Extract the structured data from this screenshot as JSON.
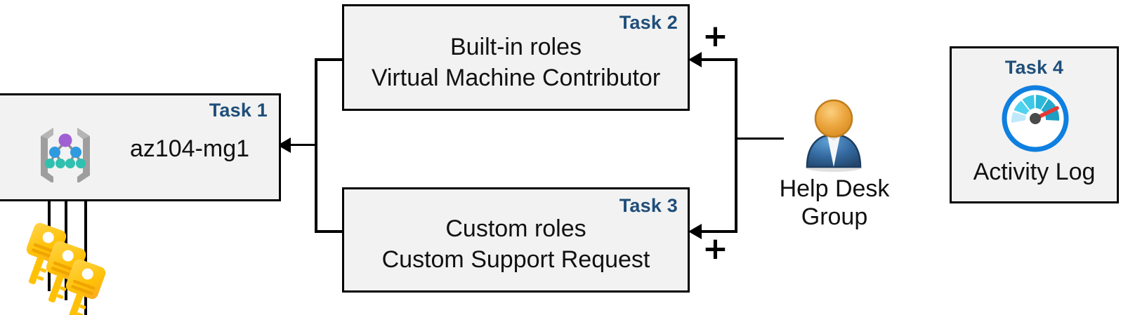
{
  "diagram": {
    "title": "Azure RBAC task diagram",
    "colors": {
      "task_label": "#1f4e79",
      "box_fill": "#f2f2f2",
      "box_border": "#000000",
      "connector": "#000000",
      "key_gold": "#ffc423",
      "key_orange": "#f9a825",
      "user_head": "#e8a33d",
      "user_body": "#2e6da4",
      "gauge_ring": "#0f7fe0",
      "gauge_needle": "#e53935",
      "mg_purple": "#a05fd3",
      "mg_blue": "#2f9ae0",
      "mg_teal": "#2fc0b0",
      "mg_bracket": "#9e9e9e"
    },
    "boxes": [
      {
        "id": "task1",
        "task_label": "Task 1",
        "lines": [
          "az104-mg1"
        ],
        "icon": "management-group-icon"
      },
      {
        "id": "task2",
        "task_label": "Task 2",
        "lines": [
          "Built-in roles",
          "Virtual Machine Contributor"
        ],
        "icon": ""
      },
      {
        "id": "task3",
        "task_label": "Task 3",
        "lines": [
          "Custom roles",
          "Custom Support Request"
        ],
        "icon": ""
      },
      {
        "id": "task4",
        "task_label": "Task 4",
        "lines": [
          "Activity Log"
        ],
        "icon": "activity-log-gauge-icon"
      }
    ],
    "actor": {
      "name": "help-desk-group",
      "icon": "user-group-icon",
      "caption_line1": "Help Desk",
      "caption_line2": "Group"
    },
    "keys": {
      "name": "keys-icon",
      "count": 3
    },
    "operators": [
      {
        "id": "plus-top",
        "symbol": "+"
      },
      {
        "id": "plus-bottom",
        "symbol": "+"
      }
    ]
  }
}
